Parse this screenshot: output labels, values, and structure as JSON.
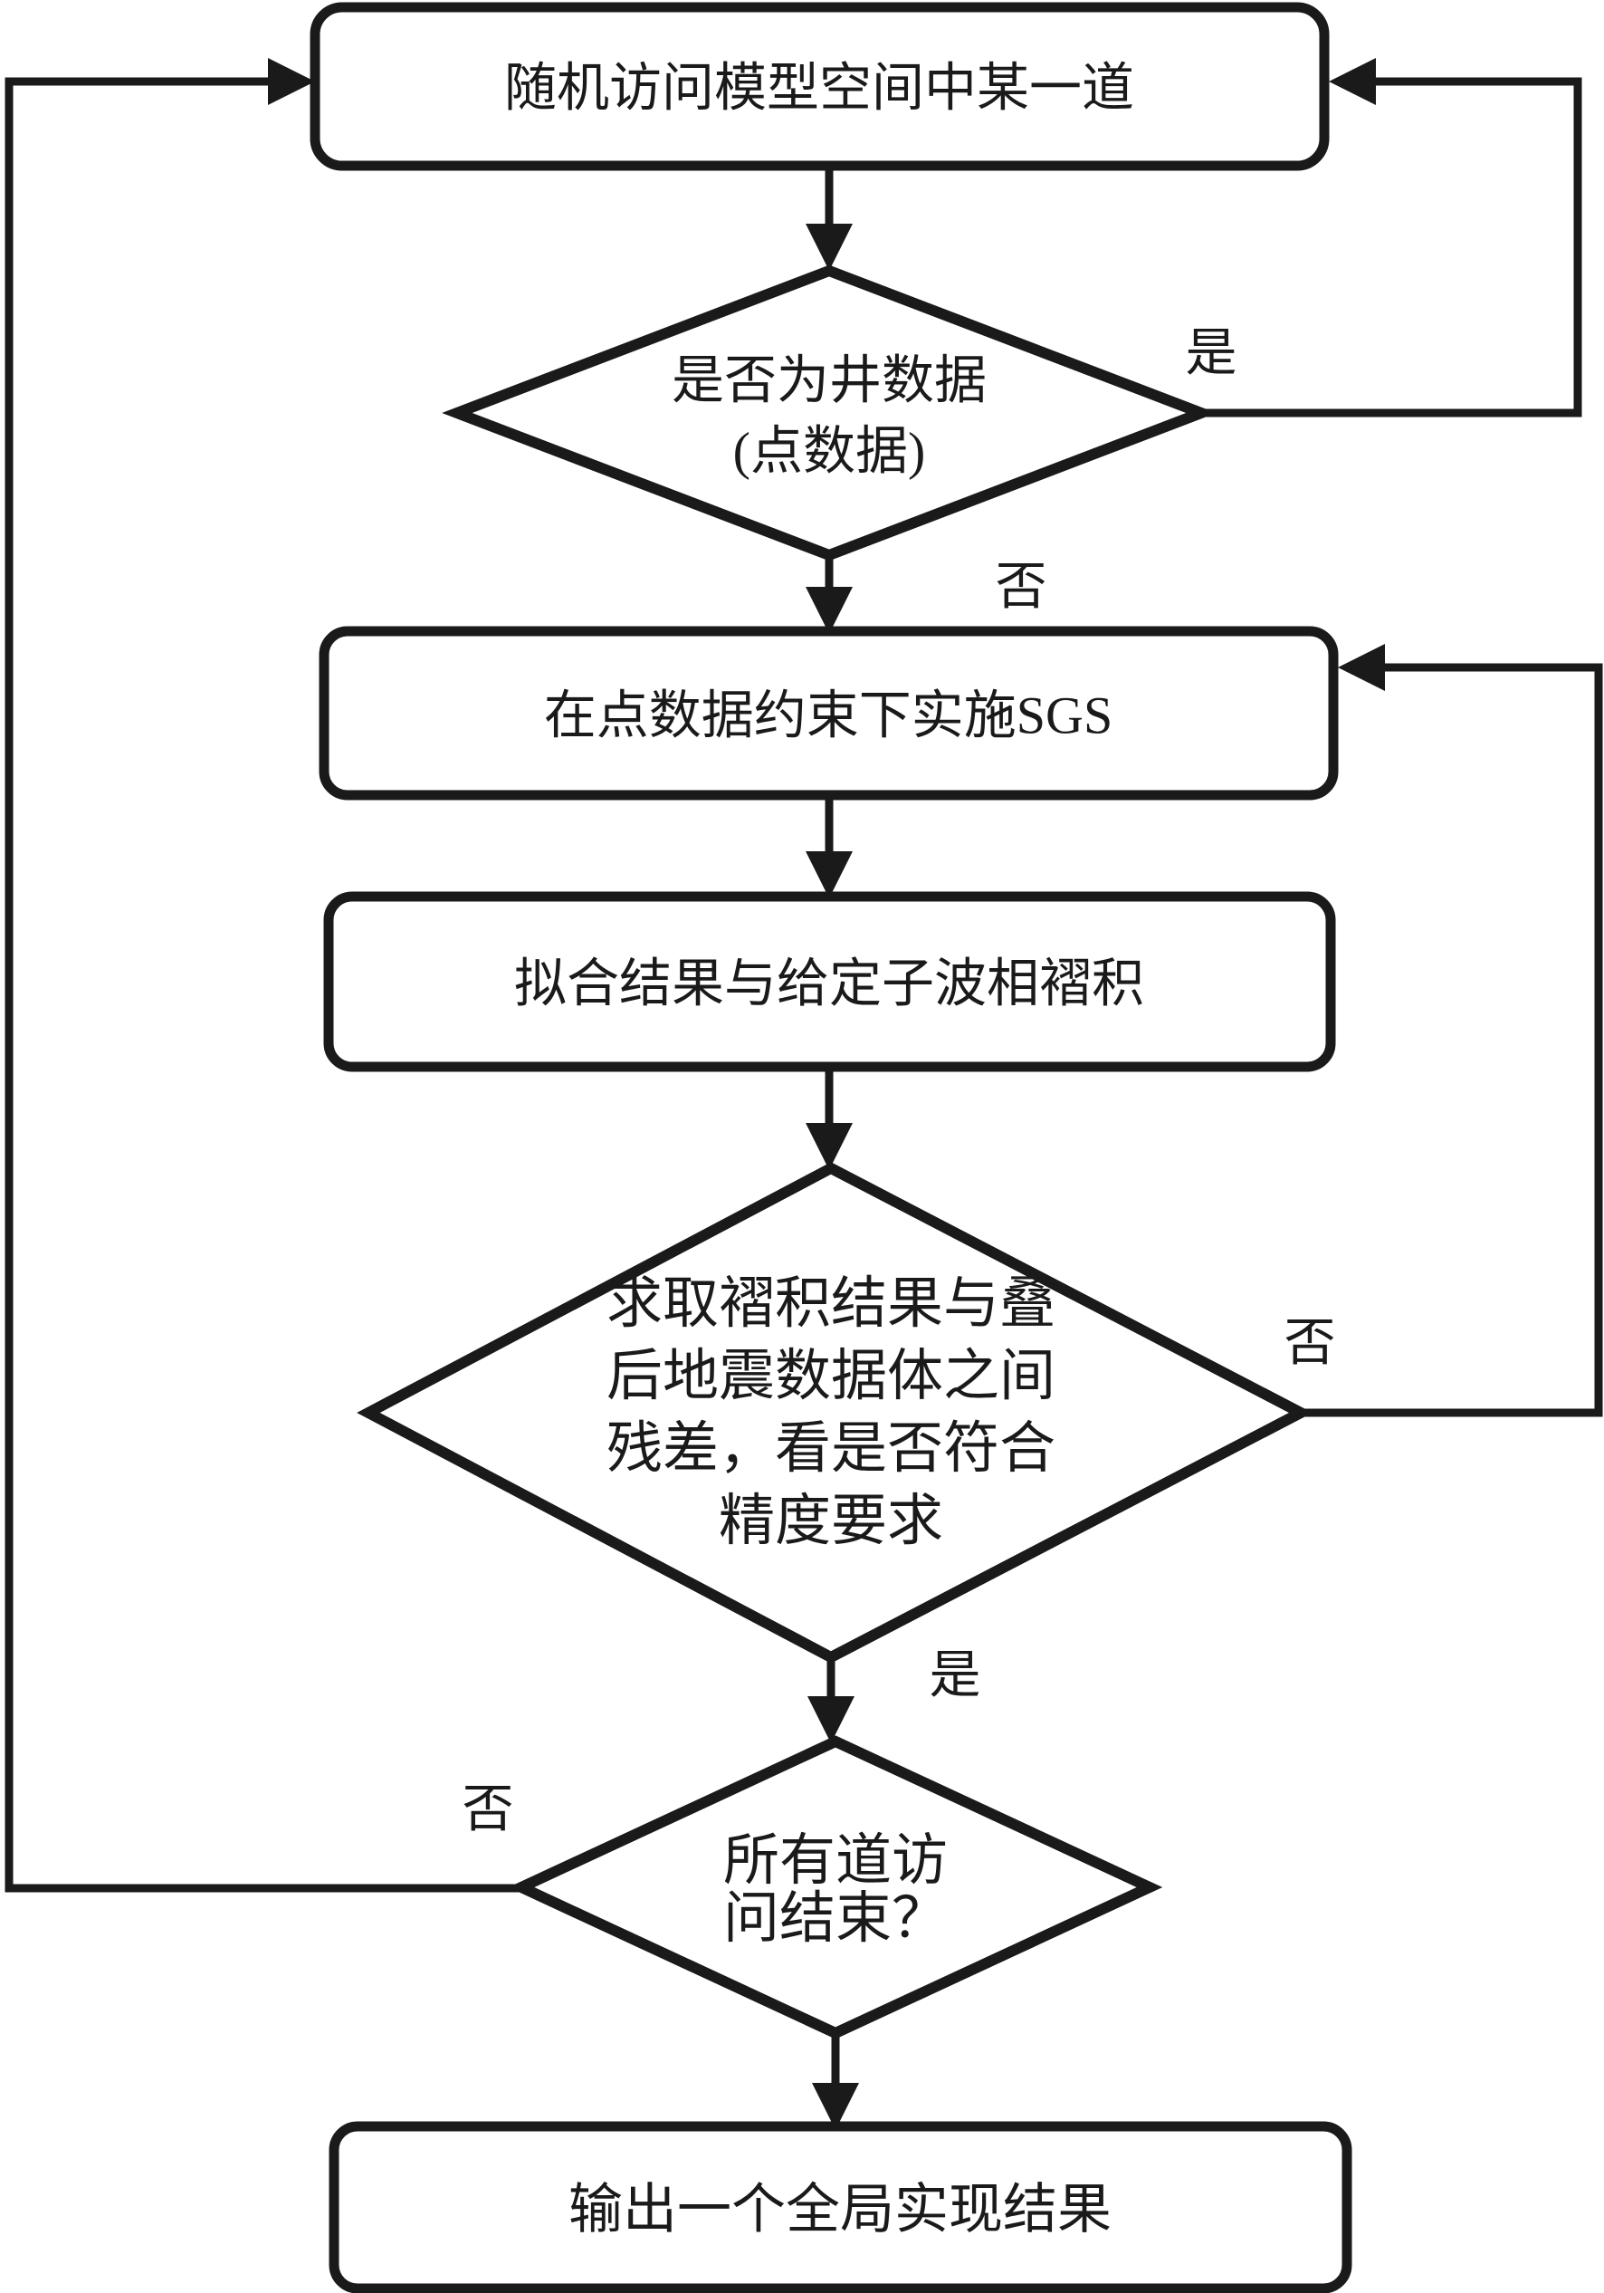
{
  "flowchart": {
    "title": "sequential-gaussian-simulation-inversion-flowchart",
    "colors": {
      "stroke": "#1a1a1a",
      "background": "#ffffff"
    },
    "nodes": {
      "start": {
        "label": "随机访问模型空间中某一道"
      },
      "decision_well": {
        "line1": "是否为井数据",
        "line2": "(点数据)"
      },
      "sgs": {
        "label": "在点数据约束下实施SGS"
      },
      "convolve": {
        "label": "拟合结果与给定子波相褶积"
      },
      "decision_residual": {
        "line1": "求取褶积结果与叠",
        "line2": "后地震数据体之间",
        "line3": "残差，看是否符合",
        "line4": "精度要求"
      },
      "decision_traces": {
        "line1": "所有道访",
        "line2": "问结束？"
      },
      "output": {
        "label": "输出一个全局实现结果"
      }
    },
    "edge_labels": {
      "well_yes": "是",
      "well_no": "否",
      "residual_no": "否",
      "residual_yes": "是",
      "traces_no": "否"
    }
  }
}
